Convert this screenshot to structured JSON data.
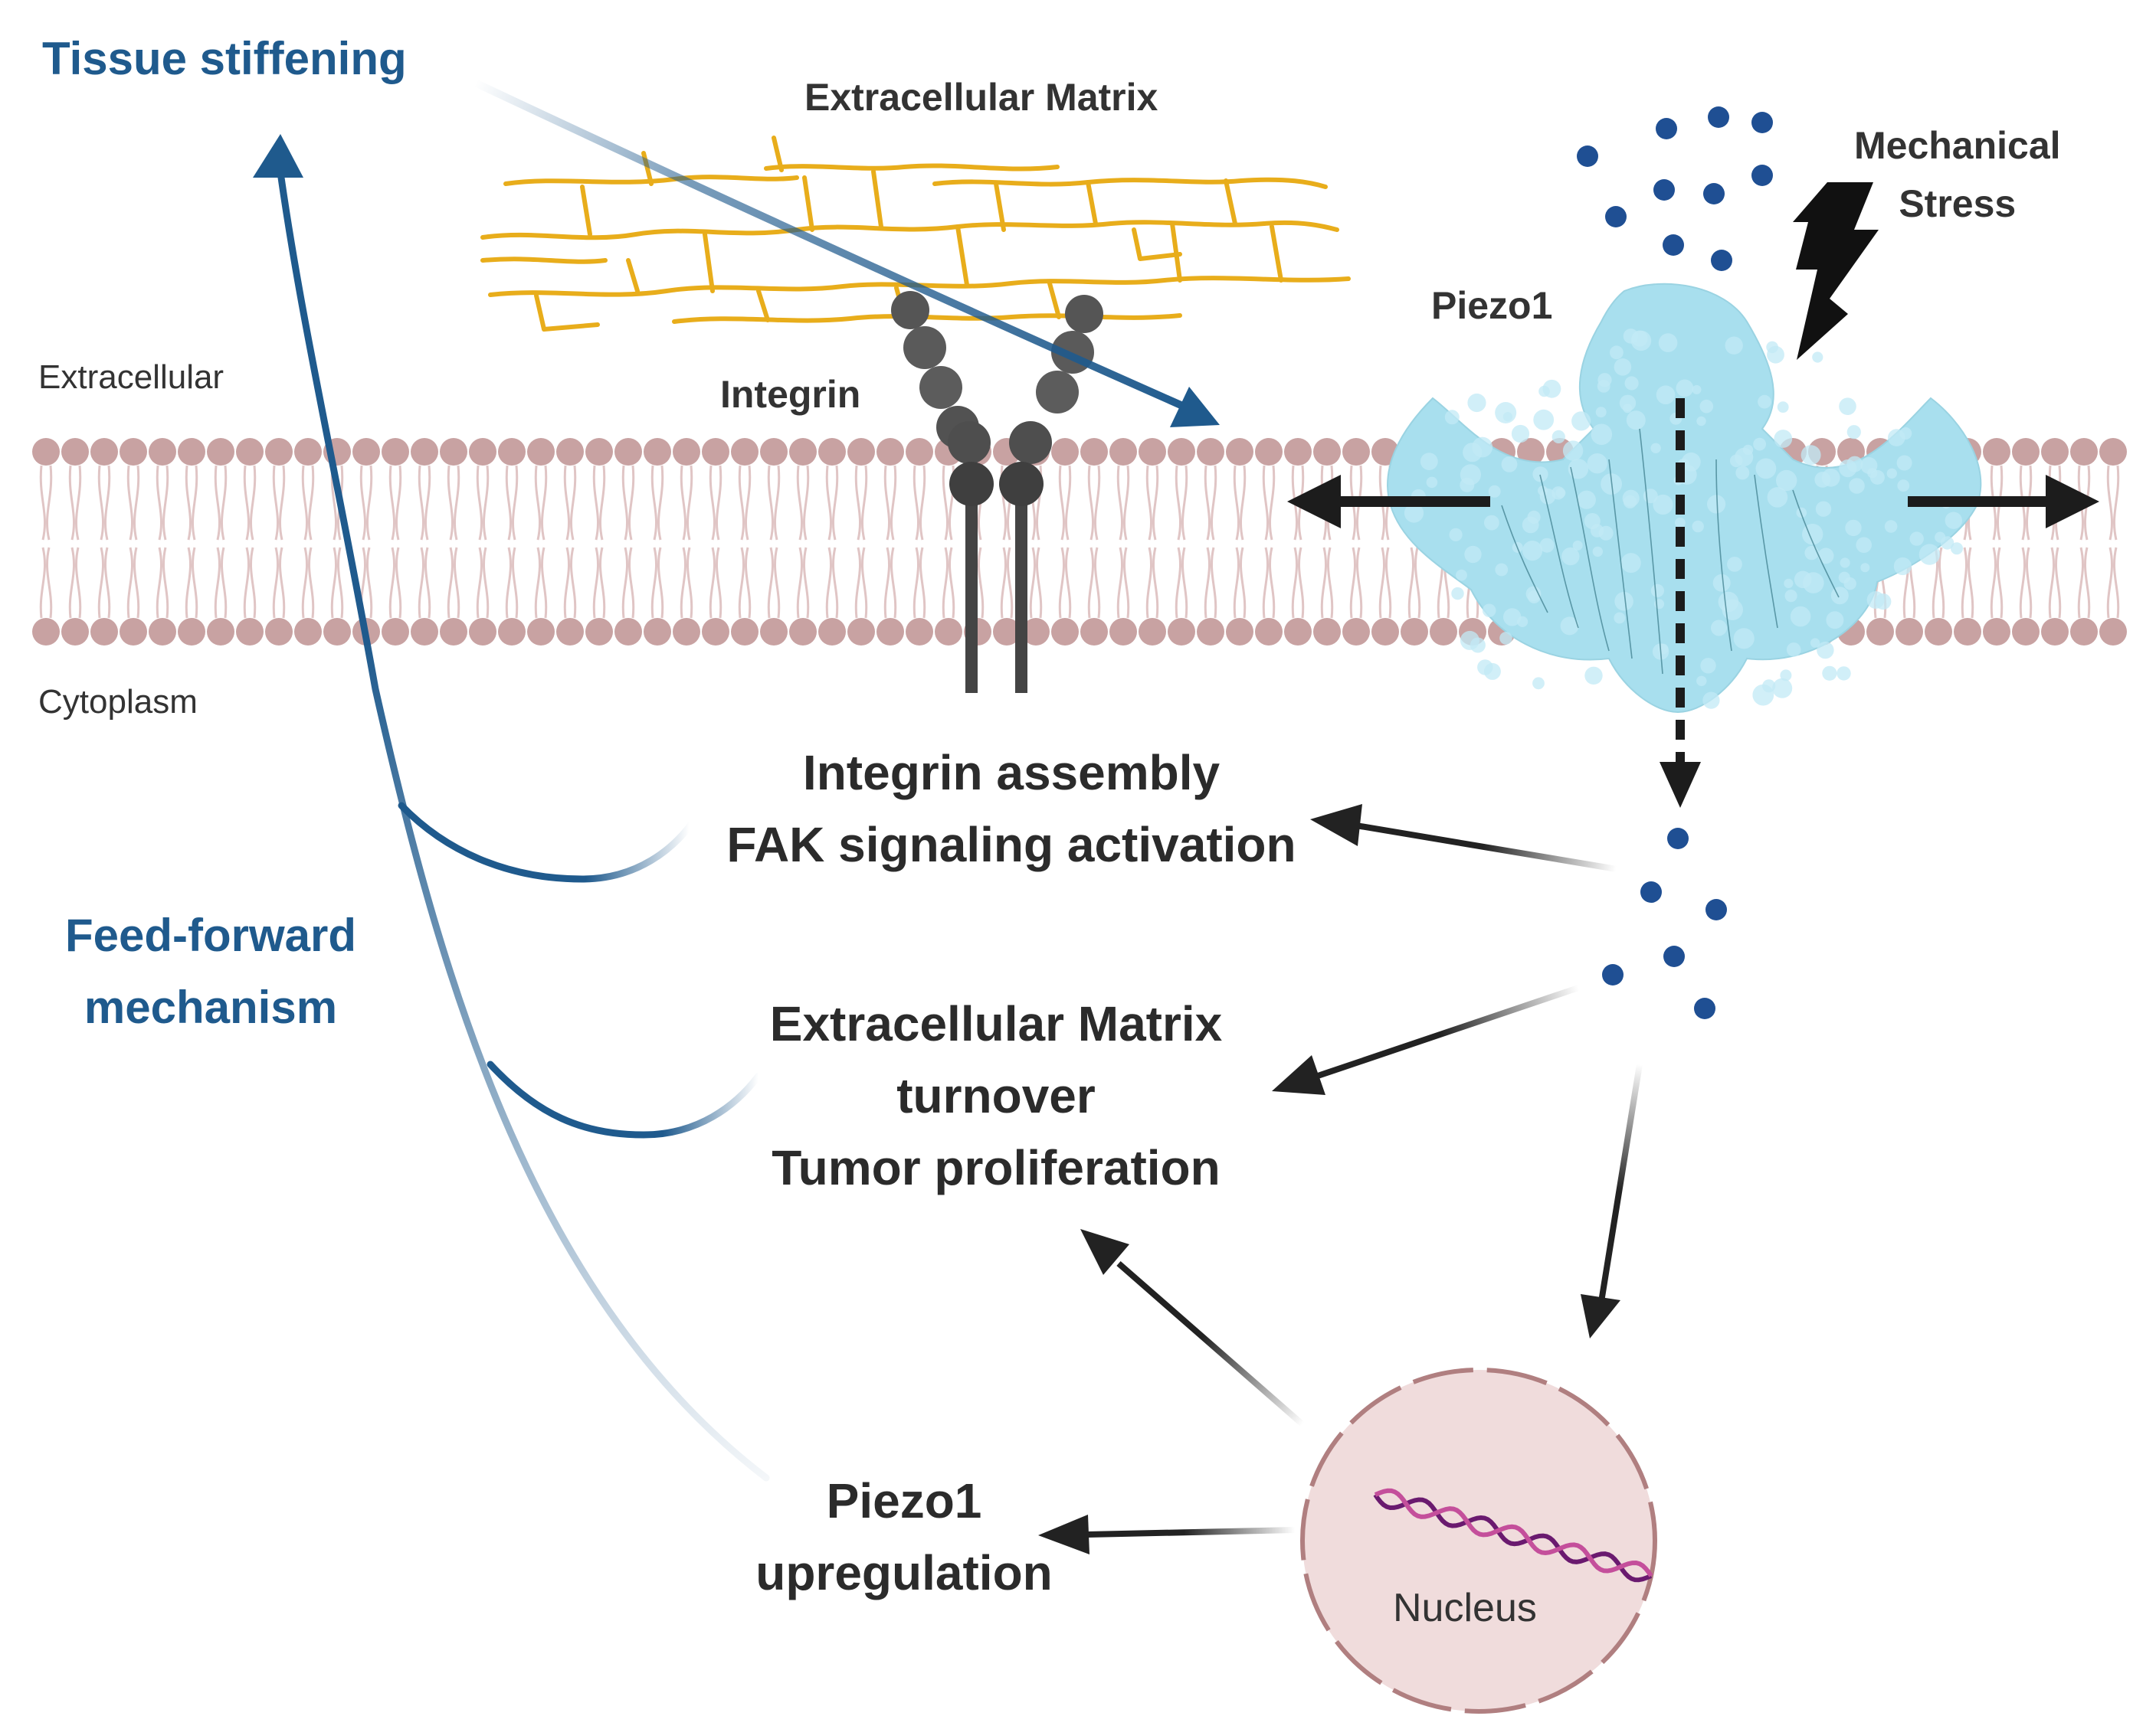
{
  "labels": {
    "tissue_stiffening": "Tissue stiffening",
    "extracellular_matrix": "Extracellular Matrix",
    "mechanical_stress_line1": "Mechanical",
    "mechanical_stress_line2": "Stress",
    "piezo1": "Piezo1",
    "extracellular": "Extracellular",
    "integrin": "Integrin",
    "cytoplasm": "Cytoplasm",
    "feed_forward_line1": "Feed-forward",
    "feed_forward_line2": "mechanism",
    "nucleus": "Nucleus"
  },
  "outcomes": {
    "integrin_assembly": [
      "Integrin assembly",
      "FAK signaling activation"
    ],
    "ecm_turnover": [
      "Extracellular Matrix",
      "turnover",
      "Tumor proliferation"
    ],
    "piezo1_upregulation": [
      "Piezo1",
      "upregulation"
    ]
  },
  "colors": {
    "feed_forward_blue": "#1f5a8d",
    "ecm_fibers": "#e8ad1b",
    "membrane": "#c8a2a2",
    "piezo1_protein": "#a8dfee",
    "integrin": "#4a4a4a",
    "ions": "#1f4f93",
    "nucleus_fill": "#f0dcdc",
    "nucleus_border": "#b07f80",
    "dna_strand_a": "#6a1a6f",
    "dna_strand_b": "#c44f9b",
    "arrows": "#222222"
  },
  "icons": [
    "lightning-bolt-icon",
    "dna-helix-icon"
  ]
}
